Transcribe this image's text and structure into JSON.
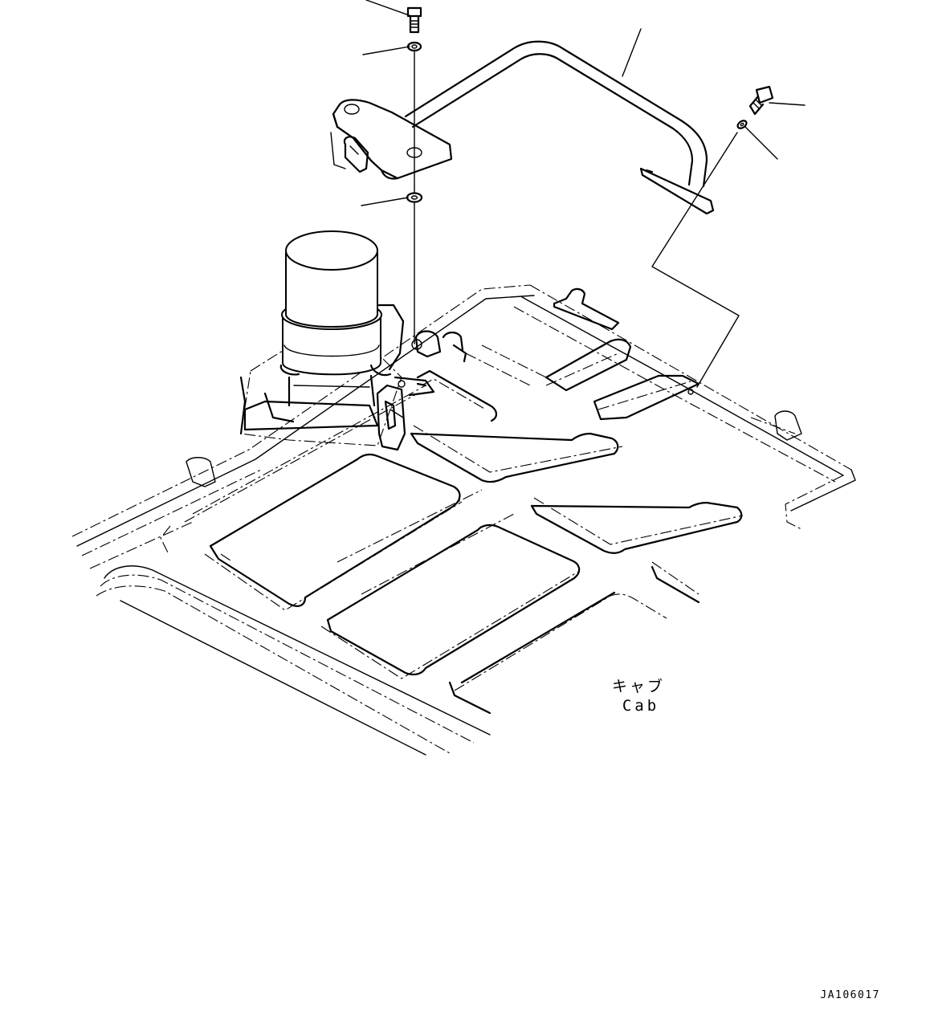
{
  "figure": {
    "part_label_jp": "キャブ",
    "part_label_en": "Cab",
    "drawing_code": "JA106017"
  }
}
